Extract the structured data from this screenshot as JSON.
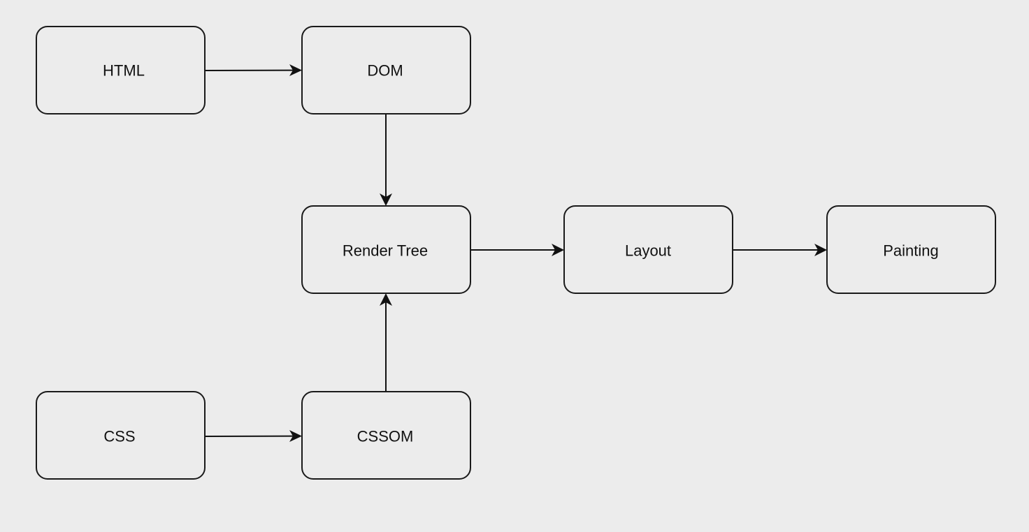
{
  "diagram": {
    "nodes": {
      "html": {
        "label": "HTML"
      },
      "dom": {
        "label": "DOM"
      },
      "render_tree": {
        "label": "Render Tree"
      },
      "layout": {
        "label": "Layout"
      },
      "painting": {
        "label": "Painting"
      },
      "css": {
        "label": "CSS"
      },
      "cssom": {
        "label": "CSSOM"
      }
    },
    "edges": [
      {
        "from": "HTML",
        "to": "DOM"
      },
      {
        "from": "DOM",
        "to": "Render Tree"
      },
      {
        "from": "CSS",
        "to": "CSSOM"
      },
      {
        "from": "CSSOM",
        "to": "Render Tree"
      },
      {
        "from": "Render Tree",
        "to": "Layout"
      },
      {
        "from": "Layout",
        "to": "Painting"
      }
    ]
  }
}
